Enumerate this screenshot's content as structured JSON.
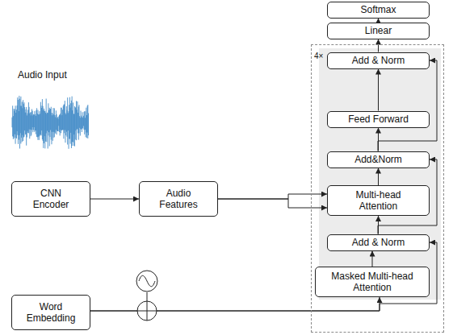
{
  "diagram": {
    "nodes": [
      {
        "text": [
          "Softmax"
        ]
      },
      {
        "text": [
          "Linear"
        ]
      },
      {
        "text": [
          "4×"
        ]
      },
      {
        "text": [
          "Add & Norm"
        ],
        "in": 2
      },
      {
        "text": [
          "Feed Forward"
        ],
        "in": 2
      },
      {
        "text": [
          "Add&Norm"
        ],
        "in": 2
      },
      {
        "text": [
          "Multi-head Attention"
        ],
        "in": 2
      },
      {
        "text": [
          "Add & Norm"
        ],
        "in": 2
      },
      {
        "text": [
          "Masked Multi-head Attention"
        ],
        "in": 2
      },
      {
        "text": [
          "CNN Encoder"
        ]
      },
      {
        "text": [
          "Audio Features"
        ]
      },
      {
        "text": [
          "Word Embedding"
        ]
      }
    ],
    "edges": [
      {
        "from": 9,
        "to": 10,
        "arrow": "to"
      },
      {
        "from": 10,
        "to": 6,
        "arrow": "to"
      },
      {
        "from": 10,
        "to": 6,
        "arrow": "to"
      },
      {
        "from": 8,
        "to": 7,
        "arrow": "to"
      },
      {
        "from": 7,
        "to": 6,
        "arrow": "to"
      },
      {
        "from": 6,
        "to": 5,
        "arrow": "to"
      },
      {
        "from": 5,
        "to": 4,
        "arrow": "to"
      },
      {
        "from": 4,
        "to": 3,
        "arrow": "to"
      },
      {
        "from": 3,
        "to": 1,
        "arrow": "to"
      },
      {
        "from": 1,
        "to": 0,
        "arrow": "to"
      },
      {
        "from": 11,
        "to": 8,
        "arrow": "to"
      },
      {
        "from": 11,
        "to": 7,
        "arrow": "to"
      },
      {
        "from": 7,
        "to": 5,
        "arrow": "to"
      },
      {
        "from": 5,
        "to": 3,
        "arrow": "to"
      }
    ],
    "labels": [
      "Audio Input"
    ]
  }
}
